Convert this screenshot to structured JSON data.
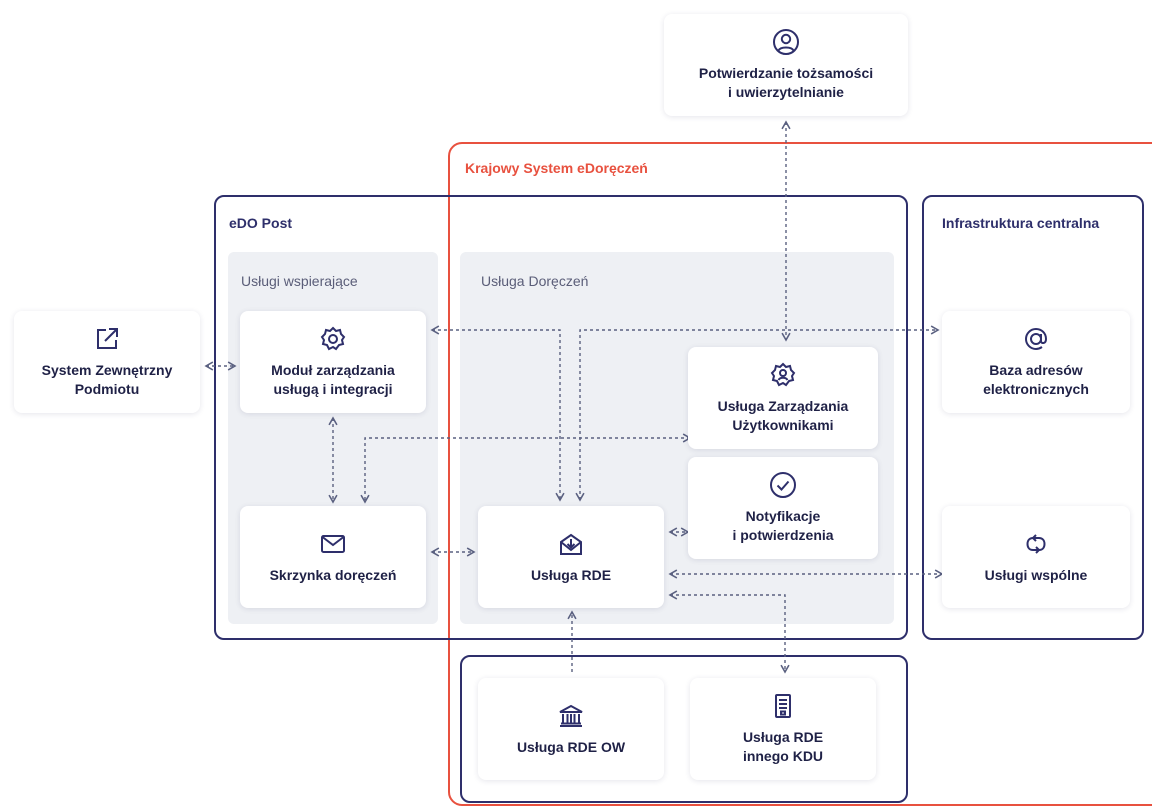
{
  "groups": {
    "ksed_label": "Krajowy System eDoręczeń",
    "edo_post_label": "eDO Post",
    "infra_label": "Infrastruktura centralna"
  },
  "panels": {
    "supporting_label": "Usługi wspierające",
    "delivery_label": "Usługa Doręczeń"
  },
  "cards": {
    "identity": [
      "Potwierdzanie tożsamości",
      "i uwierzytelnianie"
    ],
    "external": [
      "System Zewnętrzny",
      "Podmiotu"
    ],
    "module": [
      "Moduł zarządzania",
      "usługą i integracji"
    ],
    "user_mgmt": [
      "Usługa Zarządzania",
      "Użytkownikami"
    ],
    "address_db": [
      "Baza adresów",
      "elektronicznych"
    ],
    "notifications": [
      "Notyfikacje",
      "i potwierdzenia"
    ],
    "mailbox": [
      "Skrzynka doręczeń"
    ],
    "rde": [
      "Usługa RDE"
    ],
    "shared": [
      "Usługi wspólne"
    ],
    "rde_ow": [
      "Usługa RDE OW"
    ],
    "rde_kdu": [
      "Usługa RDE",
      "innego KDU"
    ]
  },
  "icons": {
    "identity": "user-circle-icon",
    "external": "external-link-icon",
    "module": "gear-icon",
    "user_mgmt": "gear-icon",
    "address_db": "at-sign-icon",
    "notifications": "check-circle-icon",
    "mailbox": "envelope-icon",
    "rde": "inbox-download-icon",
    "shared": "sync-icon",
    "rde_ow": "bank-icon",
    "rde_kdu": "server-icon"
  },
  "colors": {
    "navy": "#2e2f6b",
    "red": "#e8513f",
    "panel_grey": "#eef0f4",
    "connector": "#5a6080"
  }
}
